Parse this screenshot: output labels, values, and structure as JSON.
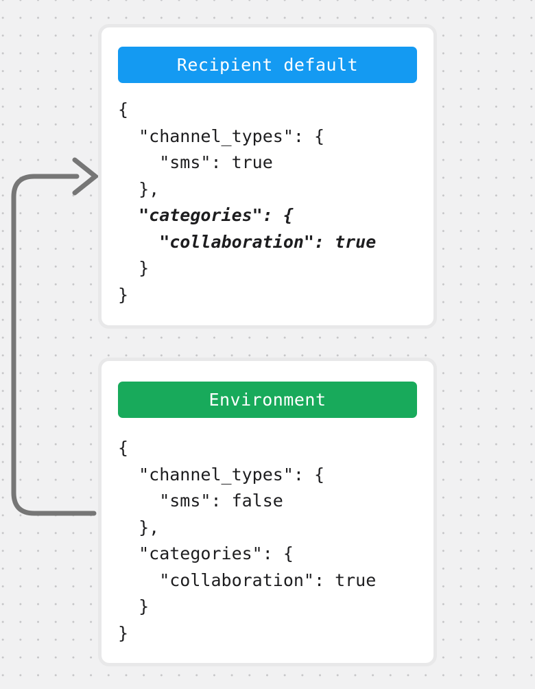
{
  "colors": {
    "background": "#f1f1f2",
    "dot": "#c5c5c7",
    "card_border": "#e8e8e9",
    "card_bg": "#ffffff",
    "code_text": "#1d1d1f",
    "header_text": "#ffffff"
  },
  "arrow": {
    "color": "#767676"
  },
  "cards": [
    {
      "title": "Recipient default",
      "header_color": "#149af2",
      "code_lines": [
        {
          "text": "{",
          "em": false
        },
        {
          "text": "  \"channel_types\": {",
          "em": false
        },
        {
          "text": "    \"sms\": true",
          "em": false
        },
        {
          "text": "  },",
          "em": false
        },
        {
          "text": "  \"categories\": {",
          "em": true
        },
        {
          "text": "    \"collaboration\": true",
          "em": true
        },
        {
          "text": "  }",
          "em": false
        },
        {
          "text": "}",
          "em": false
        }
      ]
    },
    {
      "title": "Environment",
      "header_color": "#18aa5b",
      "code_lines": [
        {
          "text": "{",
          "em": false
        },
        {
          "text": "  \"channel_types\": {",
          "em": false
        },
        {
          "text": "    \"sms\": false",
          "em": false
        },
        {
          "text": "  },",
          "em": false
        },
        {
          "text": "  \"categories\": {",
          "em": false
        },
        {
          "text": "    \"collaboration\": true",
          "em": false
        },
        {
          "text": "  }",
          "em": false
        },
        {
          "text": "}",
          "em": false
        }
      ]
    }
  ]
}
